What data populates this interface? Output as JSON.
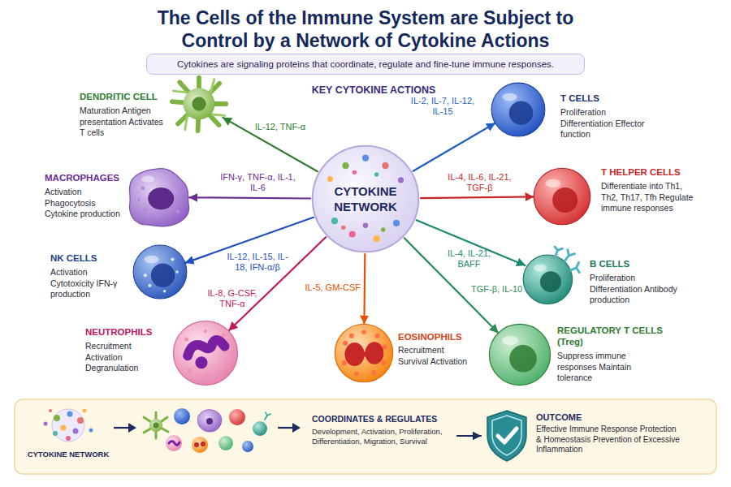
{
  "diagram": {
    "title": "The Cells of the Immune System are Subject to Control by a Network of Cytokine Actions",
    "nodes": [
      {
        "text": [
          "Cytokines are signaling proteins that coordinate, regulate and fine-tune immune responses."
        ]
      },
      {
        "text": [
          "CYTOKINE NETWORK"
        ]
      },
      {
        "text": [
          "DENDRITIC CELL",
          "Maturation Antigen presentation Activates T cells"
        ]
      },
      {
        "text": [
          "T CELLS",
          "Proliferation Differentiation Effector function"
        ]
      },
      {
        "text": [
          "MACROPHAGES",
          "Activation Phagocytosis Cytokine production"
        ]
      },
      {
        "text": [
          "T HELPER CELLS",
          "Differentiate into Th1, Th2, Th17, Tfh Regulate immune responses"
        ]
      },
      {
        "text": [
          "NK CELLS",
          "Activation Cytotoxicity IFN-γ production"
        ]
      },
      {
        "text": [
          "B CELLS",
          "Proliferation Differentiation Antibody production"
        ]
      },
      {
        "text": [
          "NEUTROPHILS",
          "Recruitment Activation Degranulation"
        ]
      },
      {
        "text": [
          "EOSINOPHILS",
          "Recruitment Survival Activation"
        ]
      },
      {
        "text": [
          "REGULATORY T CELLS (Treg)",
          "Suppress immune responses Maintain tolerance"
        ]
      },
      {
        "text": [
          "CYTOKINE NETWORK"
        ]
      },
      {
        "text": [
          "COORDINATES & REGULATES",
          "Development, Activation, Proliferation, Differentiation, Migration, Survival"
        ]
      },
      {
        "text": [
          "OUTCOME",
          "Effective Immune Response Protection & Homeostasis Prevention of Excessive Inflammation"
        ]
      }
    ],
    "edges": [
      {
        "from": 1,
        "to": 2,
        "arrow": "to",
        "label": "IL-12, TNF-α"
      },
      {
        "from": 1,
        "to": 3,
        "arrow": "to",
        "label": "IL-2, IL-7, IL-12, IL-15"
      },
      {
        "from": 1,
        "to": 4,
        "arrow": "to",
        "label": "IFN-γ, TNF-α, IL-1, IL-6"
      },
      {
        "from": 1,
        "to": 5,
        "arrow": "to",
        "label": "IL-4, IL-6, IL-21, TGF-β"
      },
      {
        "from": 1,
        "to": 6,
        "arrow": "to",
        "label": "IL-12, IL-15, IL-18, IFN-α/β"
      },
      {
        "from": 1,
        "to": 7,
        "arrow": "to",
        "label": "IL-4, IL-21, BAFF"
      },
      {
        "from": 1,
        "to": 8,
        "arrow": "to",
        "label": "IL-8, G-CSF, TNF-α"
      },
      {
        "from": 1,
        "to": 9,
        "arrow": "to",
        "label": "IL-5, GM-CSF"
      },
      {
        "from": 1,
        "to": 10,
        "arrow": "to",
        "label": "TGF-β, IL-10"
      },
      {
        "from": 12,
        "to": 13,
        "arrow": "to"
      }
    ],
    "labels": [
      "KEY CYTOKINE ACTIONS"
    ]
  }
}
